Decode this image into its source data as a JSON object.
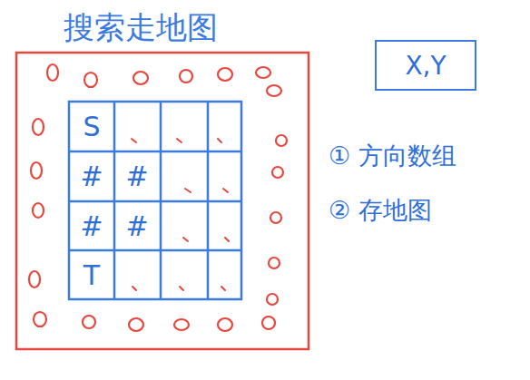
{
  "diagram": {
    "title": "搜索走地图",
    "nodes": [
      {
        "text": [
          "X,Y"
        ]
      }
    ],
    "labels": [
      "S",
      "#",
      "#",
      "#",
      "#",
      "T",
      "① 方向数组",
      "② 存地图"
    ]
  }
}
